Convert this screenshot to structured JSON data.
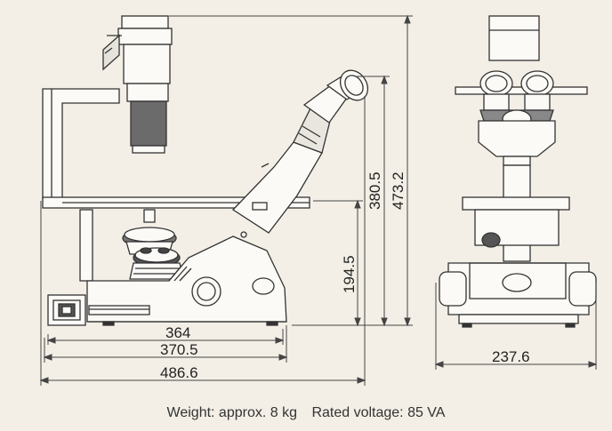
{
  "dimensions": {
    "width_364": "364",
    "width_370_5": "370.5",
    "width_486_6": "486.6",
    "height_194_5": "194.5",
    "height_380_5": "380.5",
    "height_473_2": "473.2",
    "front_width": "237.6"
  },
  "caption": {
    "weight": "Weight: approx. 8 kg",
    "voltage": "Rated voltage: 85 VA"
  }
}
